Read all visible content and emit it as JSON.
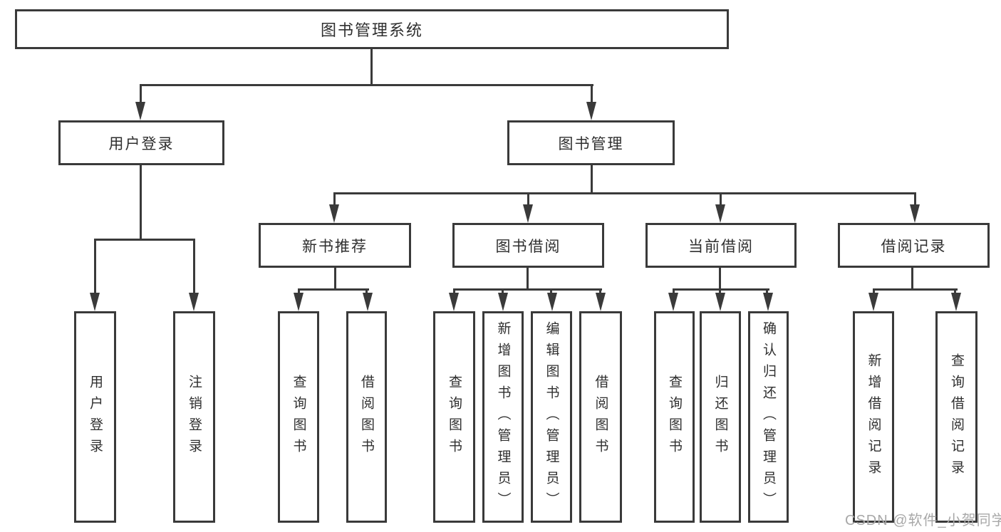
{
  "diagram": {
    "type": "tree",
    "root": {
      "label": "图书管理系统",
      "children": [
        {
          "label": "用户登录",
          "children": [
            {
              "label": "用户登录"
            },
            {
              "label": "注销登录"
            }
          ]
        },
        {
          "label": "图书管理",
          "children": [
            {
              "label": "新书推荐",
              "children": [
                {
                  "label": "查询图书"
                },
                {
                  "label": "借阅图书"
                }
              ]
            },
            {
              "label": "图书借阅",
              "children": [
                {
                  "label": "查询图书"
                },
                {
                  "label": "新增图书（管理员）"
                },
                {
                  "label": "编辑图书（管理员）"
                },
                {
                  "label": "借阅图书"
                }
              ]
            },
            {
              "label": "当前借阅",
              "children": [
                {
                  "label": "查询图书"
                },
                {
                  "label": "归还图书"
                },
                {
                  "label": "确认归还（管理员）"
                }
              ]
            },
            {
              "label": "借阅记录",
              "children": [
                {
                  "label": "新增借阅记录"
                },
                {
                  "label": "查询借阅记录"
                }
              ]
            }
          ]
        }
      ]
    }
  },
  "watermark": {
    "text": "CSDN @软件_小贺同学"
  },
  "colors": {
    "line": "#3a3a3a",
    "text": "#2f2f2f",
    "watermark": "#a8a8a8",
    "background": "#ffffff"
  }
}
